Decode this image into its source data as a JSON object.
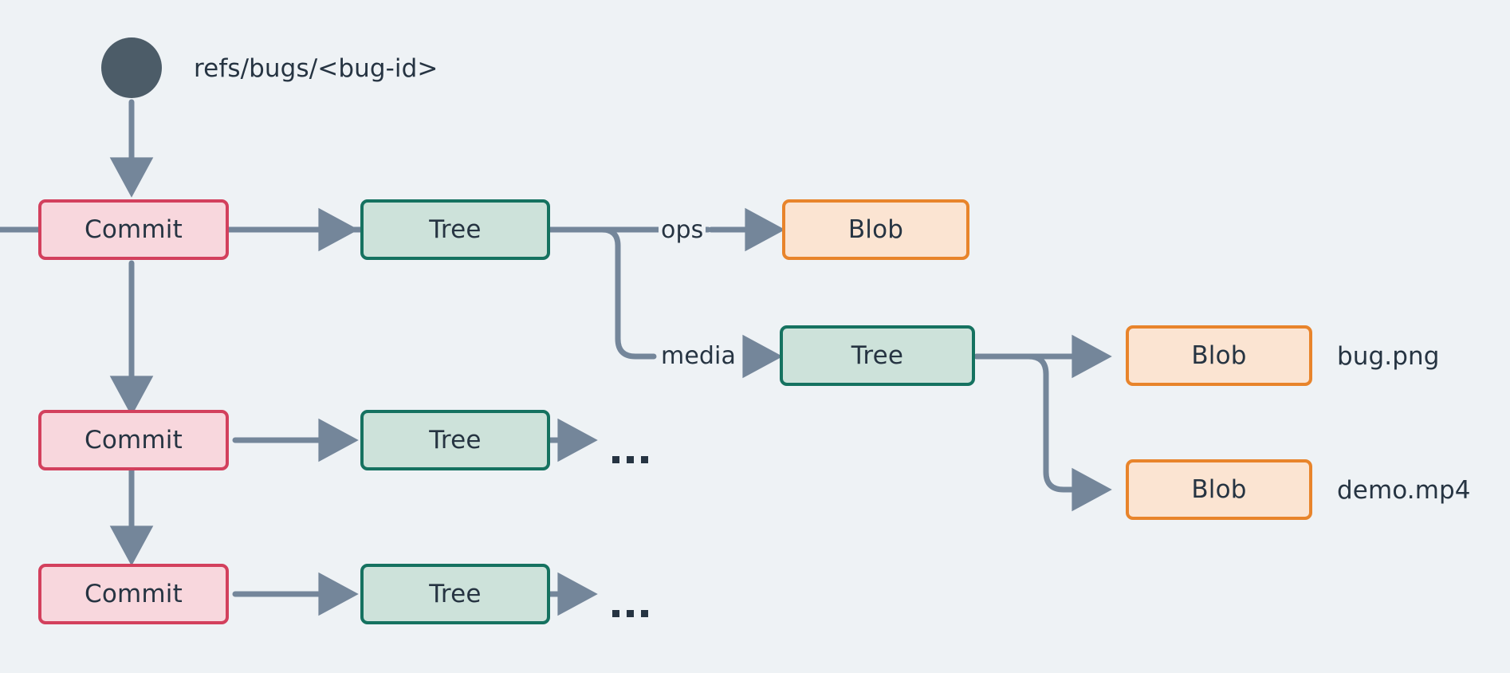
{
  "diagram": {
    "title_label": "refs/bugs/<bug-id>",
    "background_color": "#eef2f5",
    "palette": {
      "ref_circle": "#4c5c68",
      "commit_border": "#d3405d",
      "commit_fill": "#f8d7dd",
      "tree_border": "#157260",
      "tree_fill": "#cde2da",
      "blob_border": "#e8842b",
      "blob_fill": "#fbe4d2",
      "arrow": "#74869a",
      "text": "#263442"
    },
    "nodes": {
      "commit_1": "Commit",
      "commit_2": "Commit",
      "commit_3": "Commit",
      "tree_1": "Tree",
      "tree_2": "Tree",
      "tree_3": "Tree",
      "tree_media": "Tree",
      "blob_ops": "Blob",
      "blob_bug_png": "Blob",
      "blob_demo_mp4": "Blob"
    },
    "edge_labels": {
      "ops": "ops",
      "media": "media"
    },
    "file_labels": {
      "bug_png": "bug.png",
      "demo_mp4": "demo.mp4"
    },
    "ellipsis": {
      "row_2": "...",
      "row_3": "..."
    }
  }
}
